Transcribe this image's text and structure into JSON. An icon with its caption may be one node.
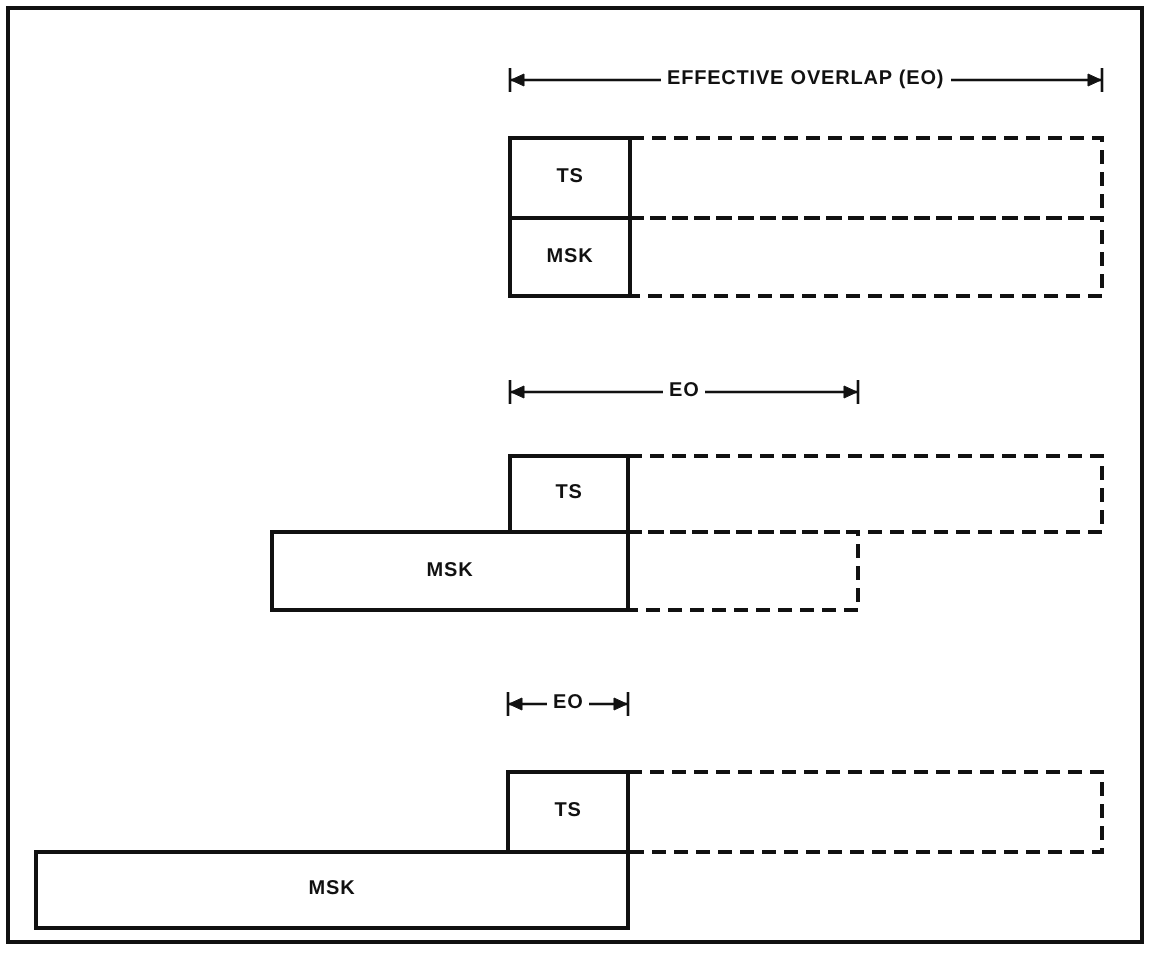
{
  "diagram": {
    "nodes": [
      {
        "text": [
          "TS"
        ]
      },
      {
        "text": [],
        "shape": "box"
      },
      {
        "text": [
          "MSK"
        ]
      },
      {
        "text": [],
        "shape": "box"
      },
      {
        "text": [
          "TS"
        ]
      },
      {
        "text": [],
        "shape": "box"
      },
      {
        "text": [
          "MSK"
        ]
      },
      {
        "text": [],
        "shape": "box"
      },
      {
        "text": [
          "TS"
        ]
      },
      {
        "text": [],
        "shape": "box"
      },
      {
        "text": [
          "MSK"
        ]
      }
    ],
    "labels": [
      "EFFECTIVE OVERLAP (EO)",
      "EO",
      "EO"
    ]
  }
}
